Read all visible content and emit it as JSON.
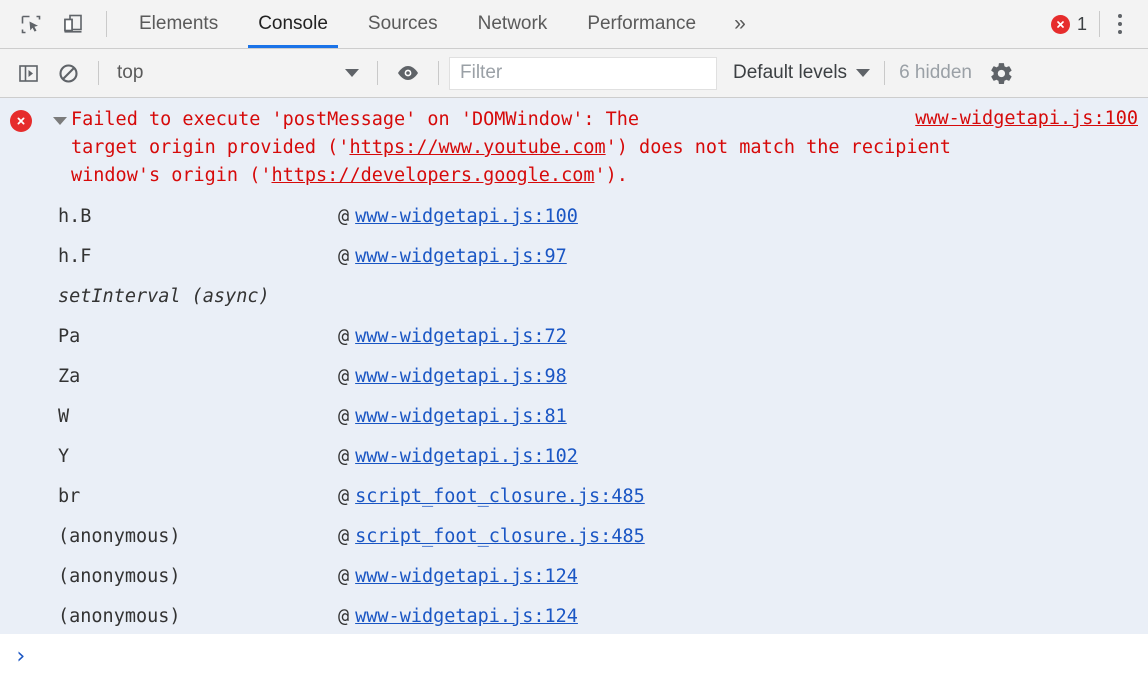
{
  "devtools": {
    "toolbar_icons": [
      {
        "name": "inspect-element-icon"
      },
      {
        "name": "device-toolbar-icon"
      }
    ],
    "tabs": [
      {
        "label": "Elements",
        "active": false
      },
      {
        "label": "Console",
        "active": true
      },
      {
        "label": "Sources",
        "active": false
      },
      {
        "label": "Network",
        "active": false
      },
      {
        "label": "Performance",
        "active": false
      }
    ],
    "more_tabs_label": "»",
    "error_count": "1",
    "menu_icon": "kebab-menu-icon"
  },
  "console_toolbar": {
    "sidebar_toggle_icon": "show-console-sidebar-icon",
    "clear_icon": "clear-console-icon",
    "context_value": "top",
    "live_expression_icon": "eye-icon",
    "filter_placeholder": "Filter",
    "filter_value": "",
    "levels_label": "Default levels",
    "hidden_label": "6 hidden",
    "settings_icon": "gear-icon"
  },
  "message": {
    "icon": "error-circle-icon",
    "disclosure_icon": "triangle-down-icon",
    "line1_pre": "Failed to execute 'postMessage' on 'DOMWindow': The",
    "line2_pre": "target origin provided ('",
    "line2_url": "https://www.youtube.com",
    "line2_post": "') does not match the recipient",
    "line3_pre": "window's origin ('",
    "line3_url": "https://developers.google.com",
    "line3_post": "').",
    "source": "www-widgetapi.js:100"
  },
  "stack": [
    {
      "fn": "h.B",
      "at": "@",
      "link": "www-widgetapi.js:100",
      "async": false
    },
    {
      "fn": "h.F",
      "at": "@",
      "link": "www-widgetapi.js:97",
      "async": false
    },
    {
      "fn": "setInterval (async)",
      "at": "",
      "link": "",
      "async": true
    },
    {
      "fn": "Pa",
      "at": "@",
      "link": "www-widgetapi.js:72",
      "async": false
    },
    {
      "fn": "Za",
      "at": "@",
      "link": "www-widgetapi.js:98",
      "async": false
    },
    {
      "fn": "W",
      "at": "@",
      "link": "www-widgetapi.js:81",
      "async": false
    },
    {
      "fn": "Y",
      "at": "@",
      "link": "www-widgetapi.js:102",
      "async": false
    },
    {
      "fn": "br",
      "at": "@",
      "link": "script_foot_closure.js:485",
      "async": false
    },
    {
      "fn": "(anonymous)",
      "at": "@",
      "link": "script_foot_closure.js:485",
      "async": false
    },
    {
      "fn": "(anonymous)",
      "at": "@",
      "link": "www-widgetapi.js:124",
      "async": false
    },
    {
      "fn": "(anonymous)",
      "at": "@",
      "link": "www-widgetapi.js:124",
      "async": false
    }
  ],
  "prompt": {
    "chevron": "›",
    "value": ""
  },
  "colors": {
    "accent": "#1a73e8",
    "error_red": "#e62c2c",
    "error_text": "#d60a0a",
    "link_blue": "#1a56c4",
    "console_bg": "#eaeff7",
    "toolbar_bg": "#f3f3f3"
  }
}
